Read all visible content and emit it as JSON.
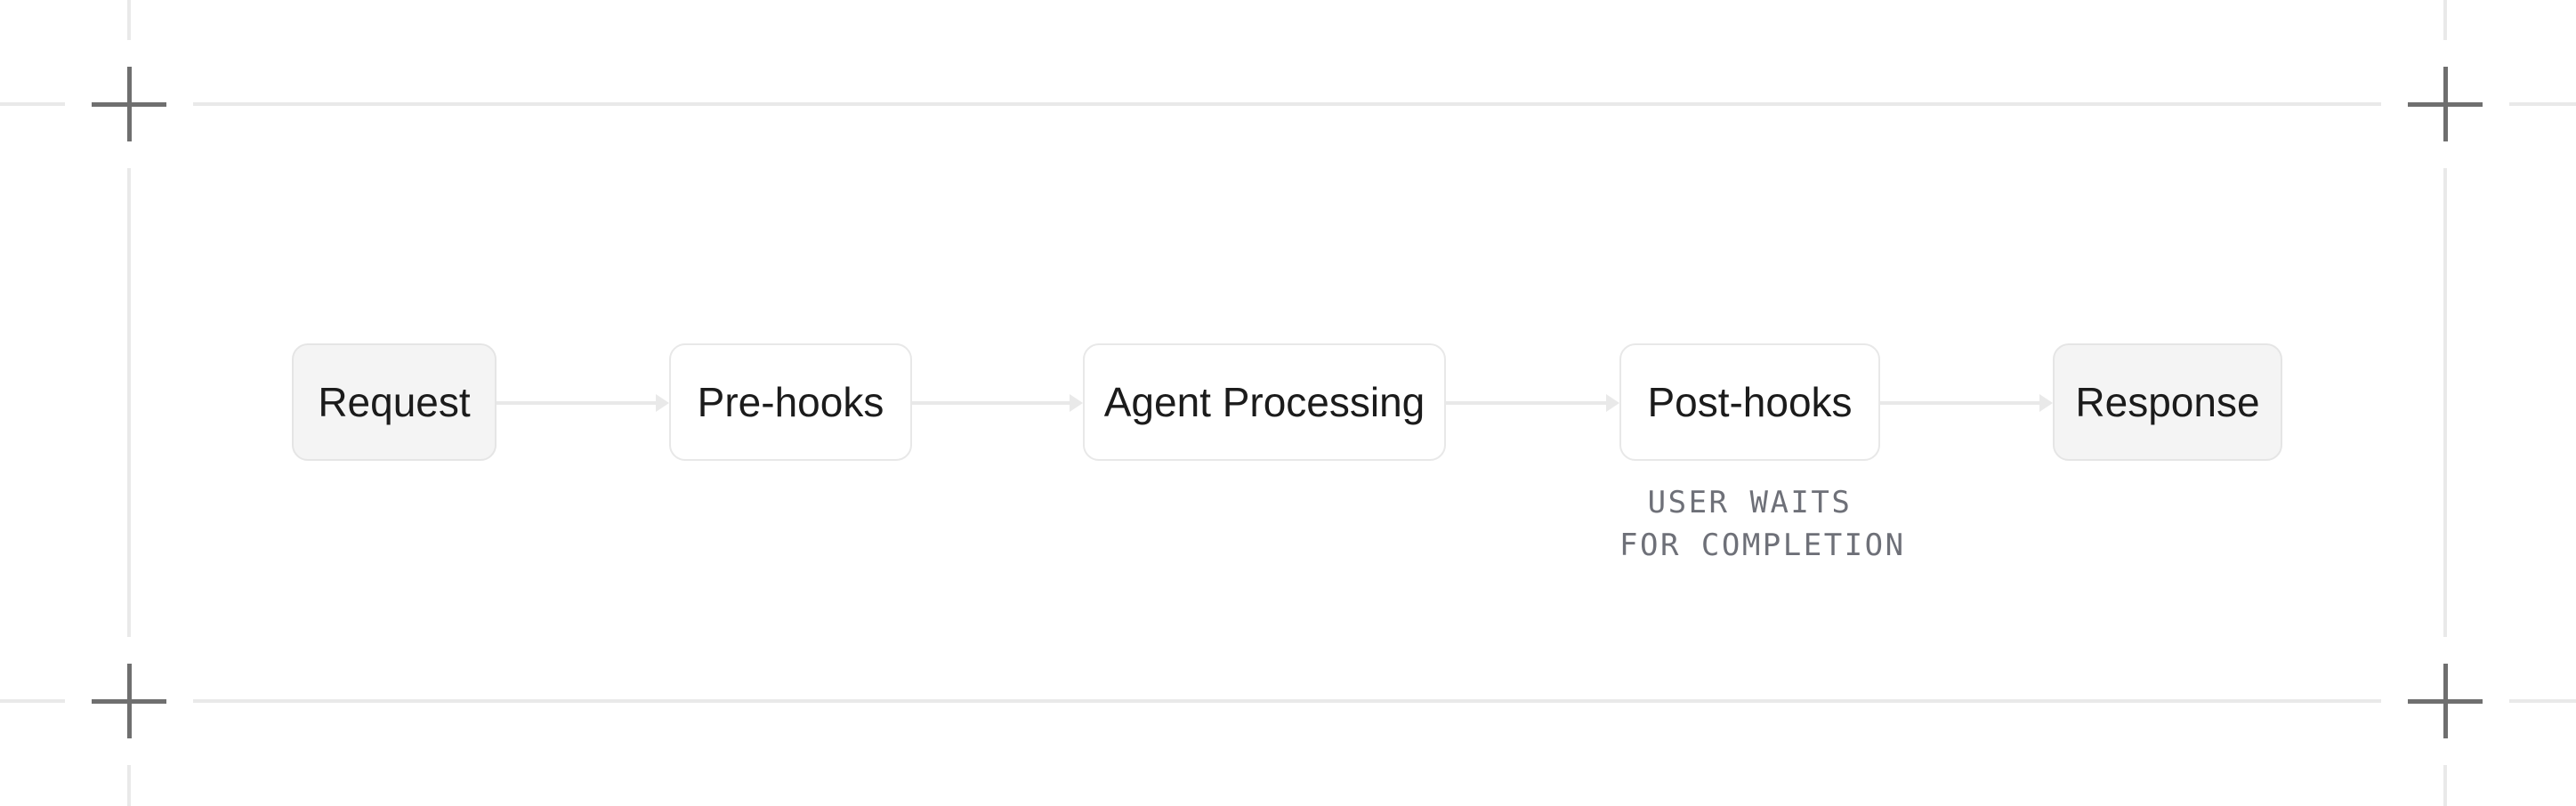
{
  "diagram": {
    "nodes": [
      {
        "label": "Request",
        "variant": "filled"
      },
      {
        "label": "Pre-hooks",
        "variant": "outline"
      },
      {
        "label": "Agent Processing",
        "variant": "outline"
      },
      {
        "label": "Post-hooks",
        "variant": "outline"
      },
      {
        "label": "Response",
        "variant": "filled"
      }
    ],
    "caption": {
      "line1": "USER WAITS",
      "line2": "FOR COMPLETION"
    }
  },
  "colors": {
    "background": "#ffffff",
    "frame_line": "#e9e9e9",
    "crosshair": "#6f6f6f",
    "node_border": "#e8e8e8",
    "node_fill_gray": "#f4f4f4",
    "node_fill_white": "#ffffff",
    "node_text": "#1b1b1b",
    "arrow": "#e9e9e9",
    "caption_text": "#6e7078"
  }
}
